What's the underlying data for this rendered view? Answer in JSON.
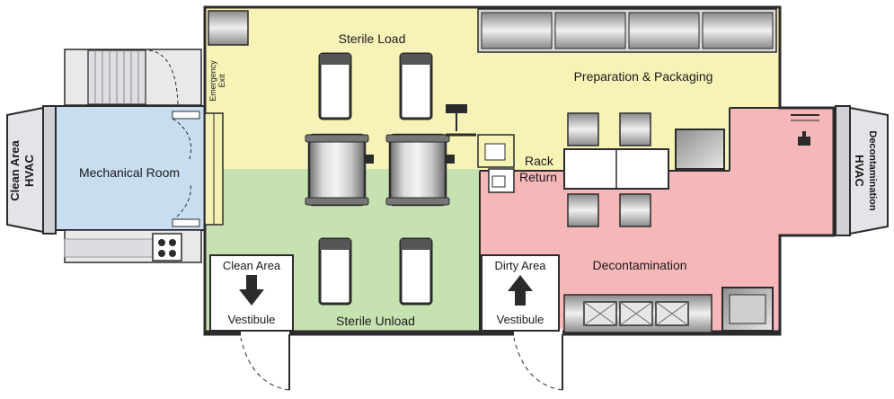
{
  "colors": {
    "sterile_load": "#f7f3b7",
    "sterile_unload": "#c7e2b1",
    "decontamination": "#f6b7b9",
    "mechanical": "#c9ddf0",
    "hvac": "#e3e4e8",
    "wall": "#2b2b2b"
  },
  "rooms": {
    "sterile_load": "Sterile Load",
    "preparation": "Preparation & Packaging",
    "mechanical": "Mechanical Room",
    "decontamination": "Decontamination",
    "sterile_unload": "Sterile Unload",
    "rack_return_1": "Rack",
    "rack_return_2": "Return"
  },
  "exit": {
    "line1": "Emergency",
    "line2": "Exit"
  },
  "hvac": {
    "left_line1": "Clean Area",
    "left_line2": "HVAC",
    "right_line1": "Decontamination",
    "right_line2": "HVAC"
  },
  "vestibules": {
    "clean": {
      "title": "Clean Area",
      "label": "Vestibule"
    },
    "dirty": {
      "title": "Dirty Area",
      "label": "Vestibule"
    }
  }
}
